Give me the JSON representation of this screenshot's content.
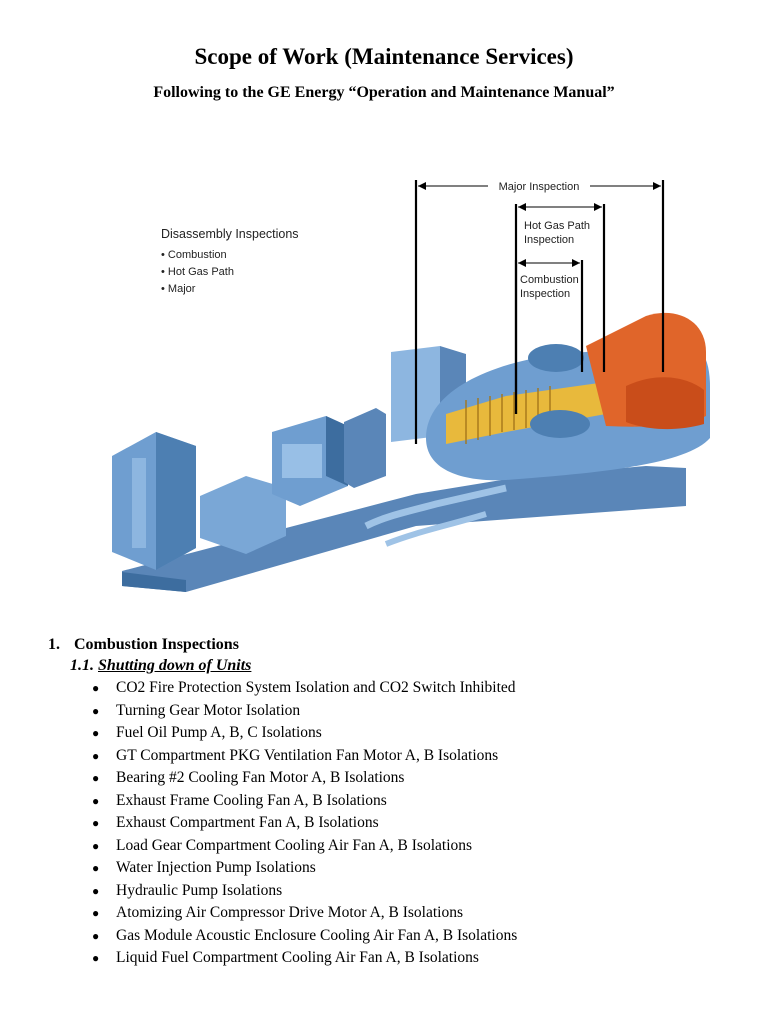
{
  "document": {
    "title": "Scope of Work (Maintenance Services)",
    "subtitle": "Following to the GE Energy “Operation and Maintenance Manual”"
  },
  "figure": {
    "legend_title": "Disassembly Inspections",
    "legend_items": [
      "Combustion",
      "Hot Gas Path",
      "Major"
    ],
    "major_label": "Major Inspection",
    "hgp_label_1": "Hot Gas Path",
    "hgp_label_2": "Inspection",
    "comb_label_1": "Combustion",
    "comb_label_2": "Inspection",
    "colors": {
      "body": "#6f9ed0",
      "dark": "#3d6d9f",
      "hot": "#e0652a",
      "rotor": "#e8b93c"
    }
  },
  "section": {
    "number": "1.",
    "title": "Combustion Inspections",
    "sub_number": "1.1.",
    "sub_title": "Shutting down of Units",
    "items": [
      "CO2 Fire Protection System Isolation and CO2 Switch Inhibited",
      "Turning Gear Motor Isolation",
      "Fuel Oil Pump A, B, C Isolations",
      "GT Compartment PKG Ventilation Fan Motor A, B Isolations",
      "Bearing #2 Cooling Fan Motor A, B Isolations",
      "Exhaust Frame Cooling Fan A, B Isolations",
      "Exhaust Compartment Fan A, B Isolations",
      "Load Gear Compartment Cooling Air Fan A, B Isolations",
      "Water Injection Pump Isolations",
      "Hydraulic Pump Isolations",
      "Atomizing Air Compressor Drive Motor A, B Isolations",
      "Gas Module Acoustic Enclosure Cooling Air Fan A, B Isolations",
      "Liquid Fuel Compartment Cooling Air Fan A, B Isolations"
    ]
  }
}
